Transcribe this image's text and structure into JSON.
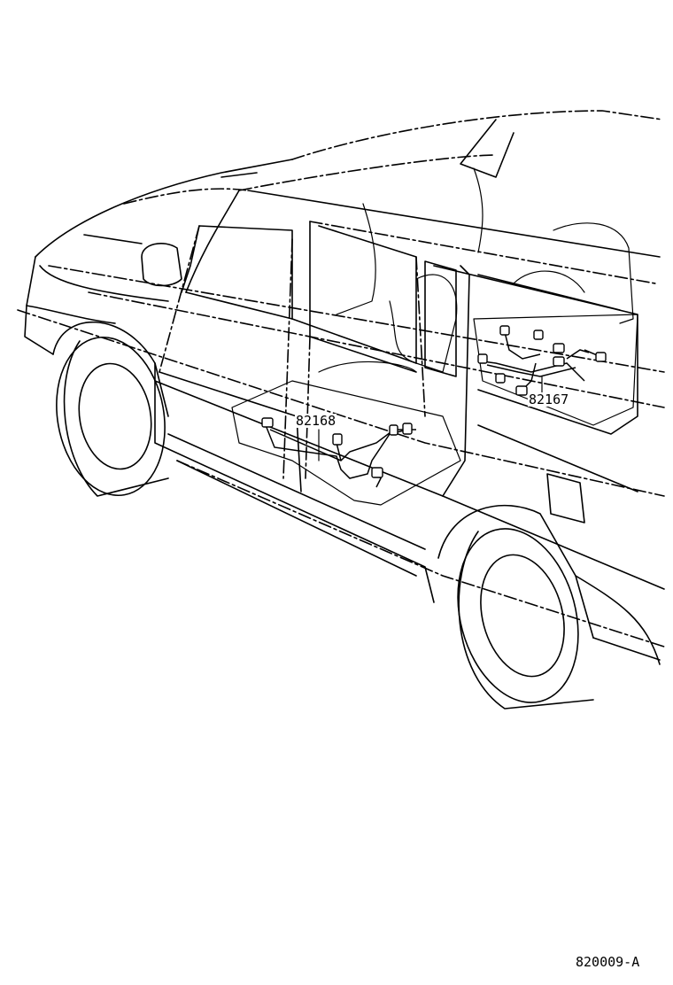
{
  "callouts": {
    "part_a": "82168",
    "part_b": "82167"
  },
  "figure_code": "820009-A",
  "colors": {
    "line": "#000000",
    "background": "#ffffff"
  }
}
